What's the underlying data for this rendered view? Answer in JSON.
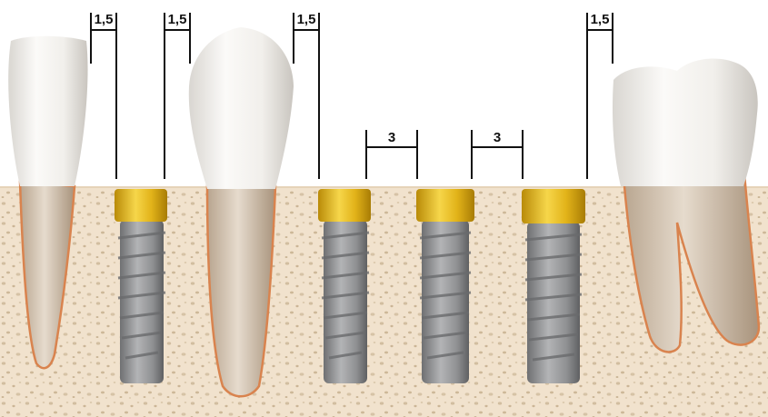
{
  "spacing_labels": {
    "tooth_to_implant_1": "1,5",
    "implant_to_tooth_1": "1,5",
    "tooth_to_implant_2": "1,5",
    "implant_to_implant_1": "3",
    "implant_to_implant_2": "3",
    "implant_to_tooth_2": "1,5"
  },
  "colors": {
    "bone": "#f1e2cd",
    "bone_dots": "#d2bea0",
    "enamel": "#f4f2ef",
    "root": "#c9b9a6",
    "root_outline": "#d9834e",
    "implant_body": "#8f9092",
    "abutment_gold": "#e2b319",
    "marker_line": "#111111"
  }
}
